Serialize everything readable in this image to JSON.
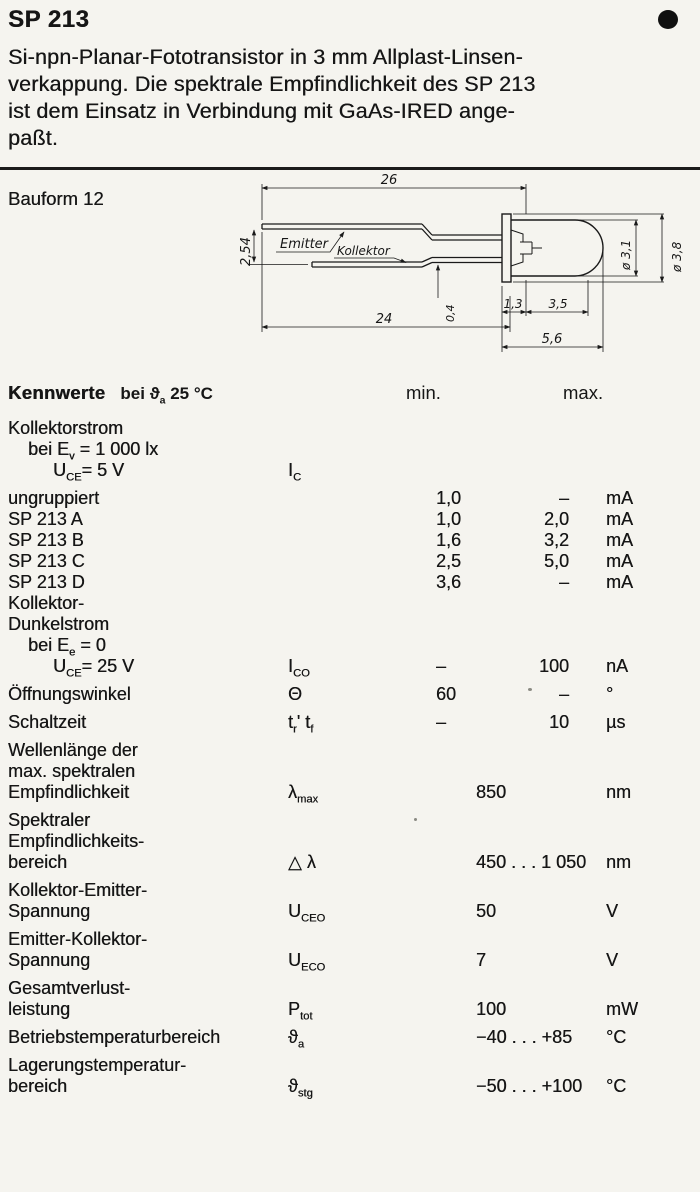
{
  "page": {
    "title": "SP 213",
    "intro": "Si-npn-Planar-Fototransistor in 3 mm Allplast-Linsen-\nverkappung. Die spektrale Empfindlichkeit des SP 213\nist dem Einsatz in Verbindung mit GaAs-IRED ange-\npaßt."
  },
  "drawing": {
    "label": "Bauform 12",
    "emitter": "Emitter",
    "kollektor": "Kollektor",
    "dim_26": "26",
    "dim_254": "2,54",
    "dim_04": "0,4",
    "dim_24": "24",
    "dim_13": "1,3",
    "dim_35": "3,5",
    "dim_56": "5,6",
    "dia_31": "ø 3,1",
    "dia_38": "ø 3,8"
  },
  "table": {
    "header": {
      "title": "Kennwerte",
      "condition": "bei ϑ~a~ 25 °C",
      "min": "min.",
      "max": "max."
    },
    "rows": [
      {
        "label": "Kollektorstrom\n    bei E~v~ = 1 000 lx\n         U~CE~= 5 V",
        "symbol": "I~C~"
      },
      {
        "label": "ungruppiert",
        "symbol": "",
        "min": "1,0",
        "max": "–",
        "unit": "mA"
      },
      {
        "label": "SP 213 A",
        "symbol": "",
        "min": "1,0",
        "max": "2,0",
        "unit": "mA",
        "tight": true
      },
      {
        "label": "SP 213 B",
        "symbol": "",
        "min": "1,6",
        "max": "3,2",
        "unit": "mA",
        "tight": true
      },
      {
        "label": "SP 213 C",
        "symbol": "",
        "min": "2,5",
        "max": "5,0",
        "unit": "mA",
        "tight": true
      },
      {
        "label": "SP 213 D",
        "symbol": "",
        "min": "3,6",
        "max": "–",
        "unit": "mA",
        "tight": true
      },
      {
        "label": "Kollektor-\nDunkelstrom\n    bei E~e~ = 0\n         U~CE~= 25 V",
        "symbol": "I~CO~",
        "min": "–",
        "max": "100",
        "unit": "nA",
        "tight": true
      },
      {
        "label": "Öffnungswinkel",
        "symbol": "Θ",
        "min": "60",
        "max": "–",
        "unit": "°"
      },
      {
        "label": "Schaltzeit",
        "symbol": "t~r~' t~f~",
        "min": "–",
        "max": "10",
        "unit": "µs"
      },
      {
        "label": "Wellenlänge der\nmax. spektralen\nEmpfindlichkeit",
        "symbol": "λ~max~",
        "value": "850",
        "unit": "nm"
      },
      {
        "label": "Spektraler\nEmpfindlichkeits-\nbereich",
        "symbol": "△ λ",
        "value": "450 . . . 1 050",
        "unit": "nm"
      },
      {
        "label": "Kollektor-Emitter-\nSpannung",
        "symbol": "U~CEO~",
        "value": "50",
        "unit": "V"
      },
      {
        "label": "Emitter-Kollektor-\nSpannung",
        "symbol": "U~ECO~",
        "value": "  7",
        "unit": "V"
      },
      {
        "label": "Gesamtverlust-\nleistung",
        "symbol": "P~tot~",
        "value": "100",
        "unit": "mW"
      },
      {
        "label": "Betriebstemperaturbereich",
        "symbol": "ϑ~a~",
        "value": "−40 . . . +85",
        "unit": "°C"
      },
      {
        "label": "Lagerungstemperatur-\nbereich",
        "symbol": "ϑ~stg~",
        "value": "−50 . . . +100",
        "unit": "°C"
      }
    ]
  }
}
